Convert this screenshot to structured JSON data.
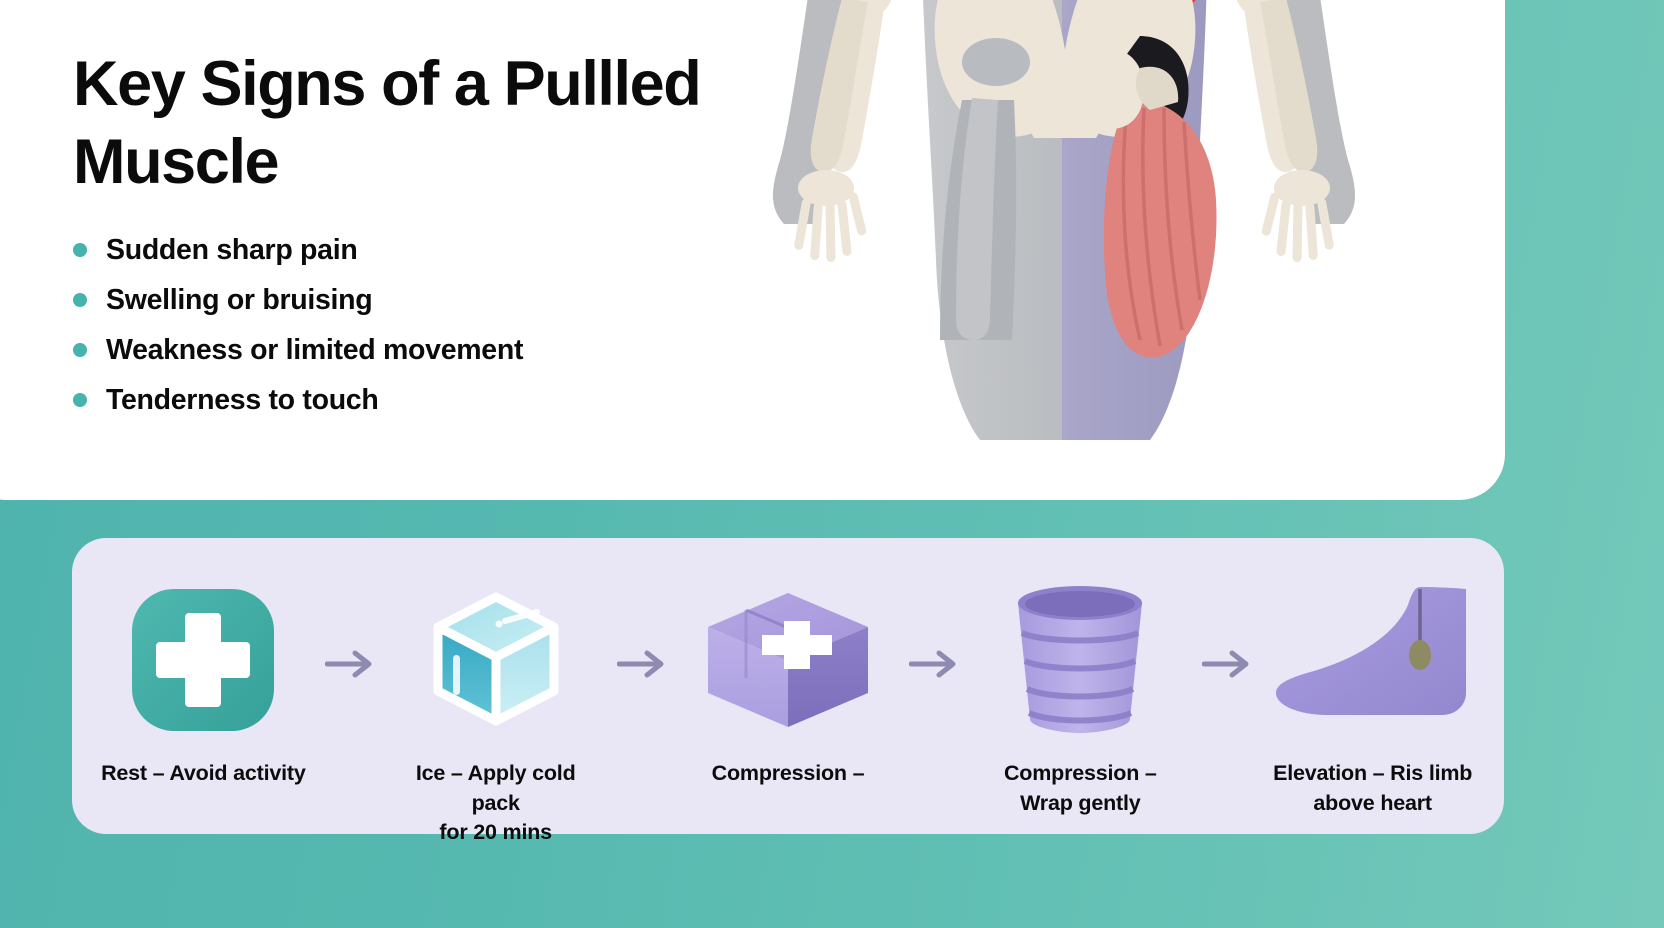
{
  "hero": {
    "title": "Key Signs of a Pullled Muscle",
    "bullets": [
      {
        "label": "Sudden sharp pain"
      },
      {
        "label": "Swelling or bruising"
      },
      {
        "label": "Weakness or limited movement"
      },
      {
        "label": "Tenderness to touch"
      }
    ],
    "illustration_name": "human-anatomy-muscles-skeleton"
  },
  "rice": {
    "steps": [
      {
        "icon": "medical-cross-icon",
        "label": "Rest – Avoid activity"
      },
      {
        "icon": "ice-cube-icon",
        "label": "Ice – Apply cold pack\nfor 20 mins"
      },
      {
        "icon": "compression-box-icon",
        "label": "Compression –"
      },
      {
        "icon": "bandage-roll-icon",
        "label": "Compression –\nWrap gently"
      },
      {
        "icon": "elevated-foot-icon",
        "label": "Elevation – Ris limb\nabove heart"
      }
    ],
    "arrows": [
      {
        "name": "arrow-1"
      },
      {
        "name": "arrow-2"
      },
      {
        "name": "arrow-3"
      },
      {
        "name": "arrow-4"
      }
    ]
  },
  "colors": {
    "background_teal": "#56b9b0",
    "card_white": "#ffffff",
    "panel_lavender": "#e9e6f6",
    "accent_teal": "#46b3ac",
    "accent_purple": "#9b8fd4",
    "arrow_gray": "#8f8bb0",
    "text_dark": "#0b0b0b"
  }
}
